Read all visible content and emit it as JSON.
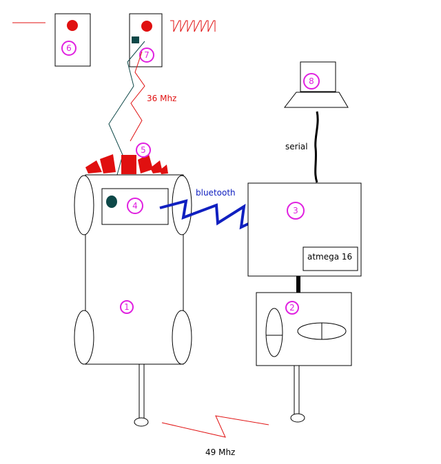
{
  "labels": {
    "freq_36": "36 Mhz",
    "freq_49": "49 Mhz",
    "serial": "serial",
    "bluetooth": "bluetooth",
    "mcu": "atmega 16"
  },
  "markers": {
    "m1": "1",
    "m2": "2",
    "m3": "3",
    "m4": "4",
    "m5": "5",
    "m6": "6",
    "m7": "7",
    "m8": "8"
  },
  "colors": {
    "outline": "#000000",
    "marker": "#e020e0",
    "red": "#e01010",
    "bluetooth": "#1020c0",
    "teal": "#0d4848"
  }
}
